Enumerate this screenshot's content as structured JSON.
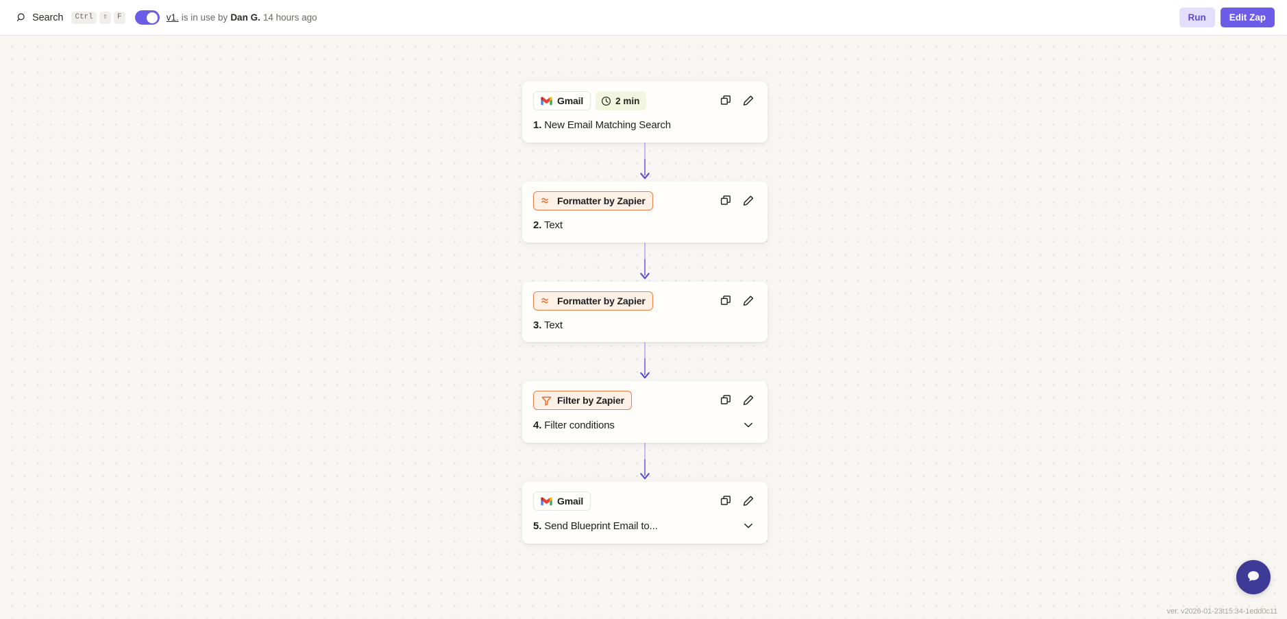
{
  "topbar": {
    "search_label": "Search",
    "search_icon": "search-icon",
    "shortcut_keys": [
      "Ctrl",
      "⇧",
      "F"
    ],
    "toggle_on": true,
    "status": {
      "version_link": "v1.",
      "middle_text": "is in use by",
      "user": "Dan G.",
      "timestamp": "14 hours ago"
    },
    "run_label": "Run",
    "edit_label": "Edit Zap"
  },
  "canvas": {
    "steps": [
      {
        "app": "Gmail",
        "app_icon": "gmail-icon",
        "chip_style": "gmail",
        "time_badge": "2 min",
        "time_icon": "clock-icon",
        "number": "1.",
        "title": "New Email Matching Search",
        "has_chevron": false,
        "actions": [
          "duplicate-icon",
          "edit-pencil-icon"
        ]
      },
      {
        "app": "Formatter by Zapier",
        "app_icon": "formatter-icon",
        "chip_style": "zapier",
        "time_badge": null,
        "number": "2.",
        "title": "Text",
        "has_chevron": false,
        "actions": [
          "duplicate-icon",
          "edit-pencil-icon"
        ]
      },
      {
        "app": "Formatter by Zapier",
        "app_icon": "formatter-icon",
        "chip_style": "zapier",
        "time_badge": null,
        "number": "3.",
        "title": "Text",
        "has_chevron": false,
        "actions": [
          "duplicate-icon",
          "edit-pencil-icon"
        ]
      },
      {
        "app": "Filter by Zapier",
        "app_icon": "filter-funnel-icon",
        "chip_style": "zapier",
        "time_badge": null,
        "number": "4.",
        "title": "Filter conditions",
        "has_chevron": true,
        "actions": [
          "duplicate-icon",
          "edit-pencil-icon"
        ]
      },
      {
        "app": "Gmail",
        "app_icon": "gmail-icon",
        "chip_style": "gmail",
        "time_badge": null,
        "number": "5.",
        "title": "Send Blueprint Email to...",
        "has_chevron": true,
        "actions": [
          "duplicate-icon",
          "edit-pencil-icon"
        ]
      }
    ]
  },
  "footer": {
    "version_text": "ver. v2026-01-23t15:34-1edd0c11",
    "chat_icon": "chat-bubble-icon"
  },
  "colors": {
    "accent_purple": "#6c5ce8",
    "run_bg": "#e3defc",
    "zapier_orange": "#ef7d45",
    "zapier_chip_bg": "#fdf0e7",
    "time_badge_bg": "#f3f6de",
    "canvas_bg": "#f7f6f3",
    "card_bg": "#fffefb",
    "chat_fab": "#3d3b97"
  }
}
